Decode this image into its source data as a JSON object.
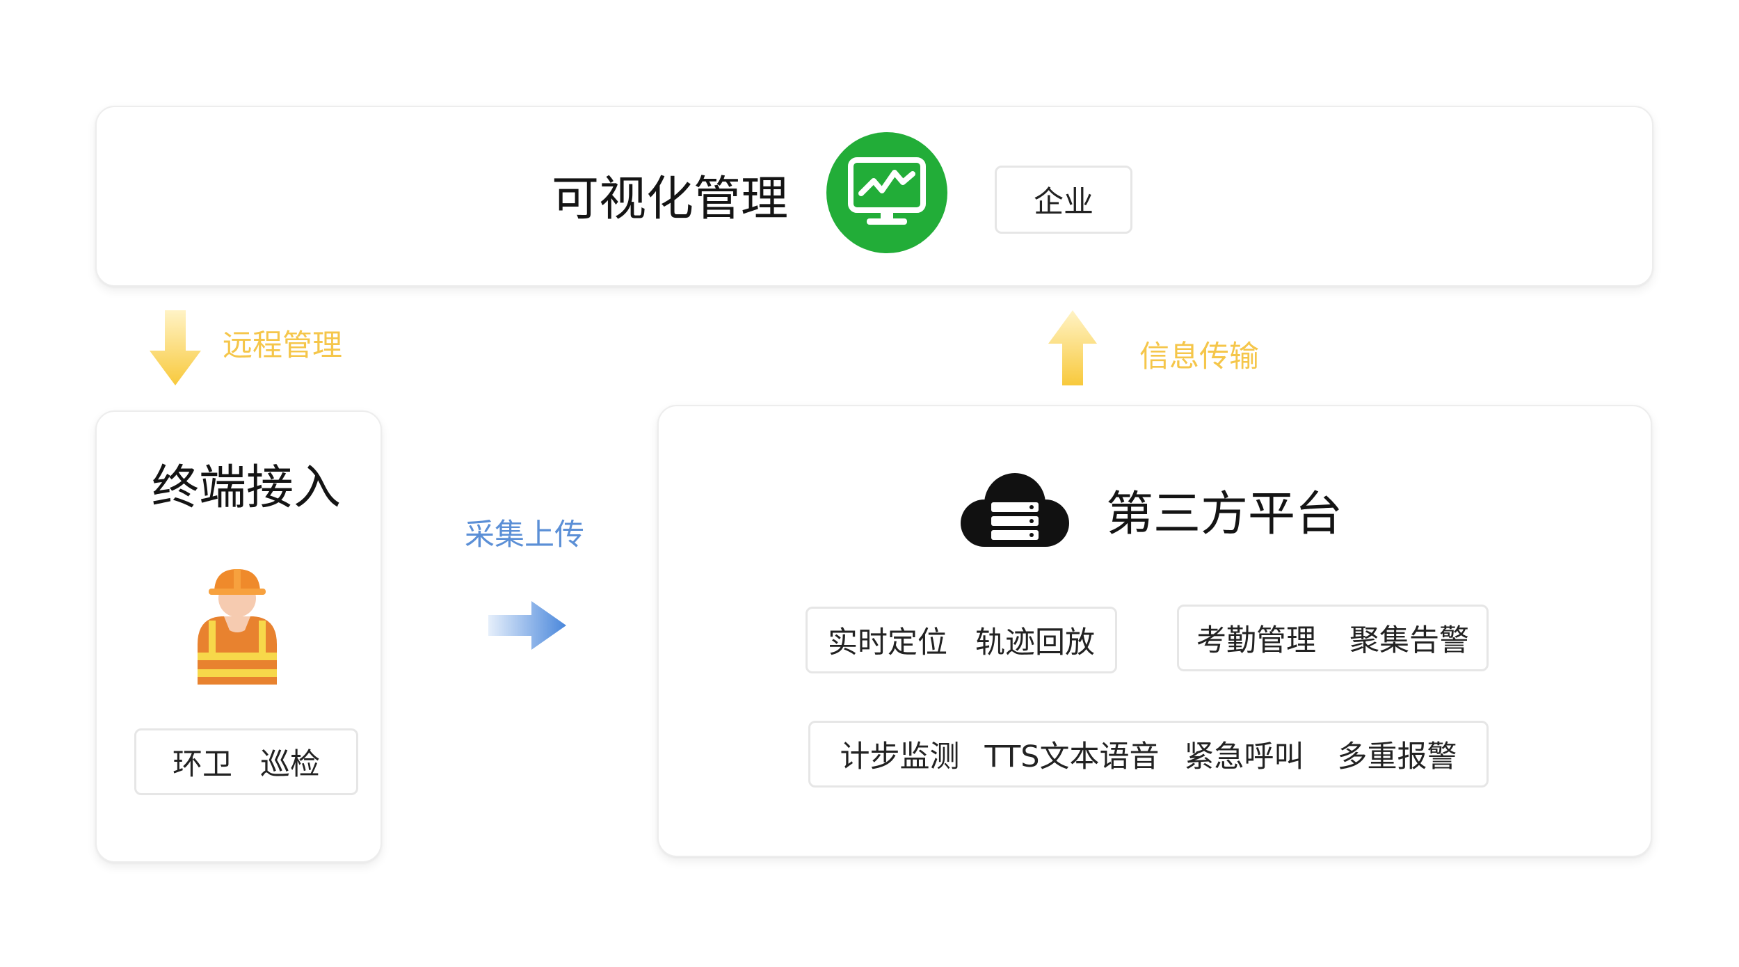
{
  "management": {
    "title": "可视化管理",
    "icon": "monitor-chart-icon",
    "tag": "企业",
    "icon_color": "#22ad38"
  },
  "flows": {
    "remote_label": "远程管理",
    "info_label": "信息传输",
    "upload_label": "采集上传",
    "arrow_yellow": "#f8c93c",
    "arrow_blue": "#4a87db"
  },
  "terminal": {
    "title": "终端接入",
    "icon": "worker-icon",
    "tags": [
      "环卫",
      "巡检"
    ]
  },
  "platform": {
    "title": "第三方平台",
    "icon": "cloud-server-icon",
    "row1": [
      [
        "实时定位",
        "轨迹回放"
      ],
      [
        "考勤管理",
        "聚集告警"
      ]
    ],
    "row2": [
      "计步监测",
      "TTS文本语音",
      "紧急呼叫",
      "多重报警"
    ]
  }
}
